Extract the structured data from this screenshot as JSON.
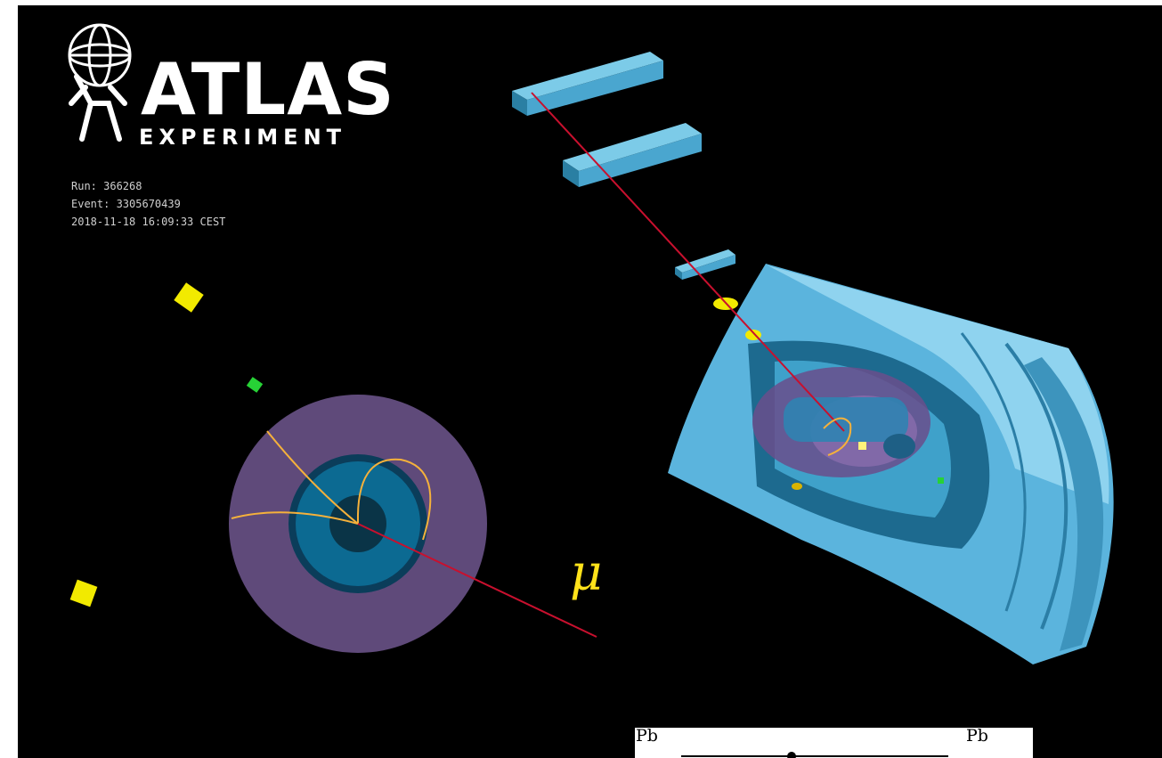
{
  "logo": {
    "name": "ATLAS",
    "subtitle": "EXPERIMENT"
  },
  "event_info": {
    "run": "Run: 366268",
    "event": "Event: 3305670439",
    "datetime": "2018-11-18 16:09:33 CEST"
  },
  "particle_label": "μ",
  "diagram": {
    "left_label": "Pb",
    "right_label": "Pb"
  },
  "colors": {
    "background": "#000000",
    "detector_blue": "#5bb4dd",
    "calorimeter_purple": "#5f4a7a",
    "inner_detector": "#0c6a92",
    "muon_track": "#c8102e",
    "tracks": "#f5b13b",
    "energy_deposits": "#f2ea00",
    "hit_green": "#27d236",
    "label_yellow": "#ffe21a"
  }
}
